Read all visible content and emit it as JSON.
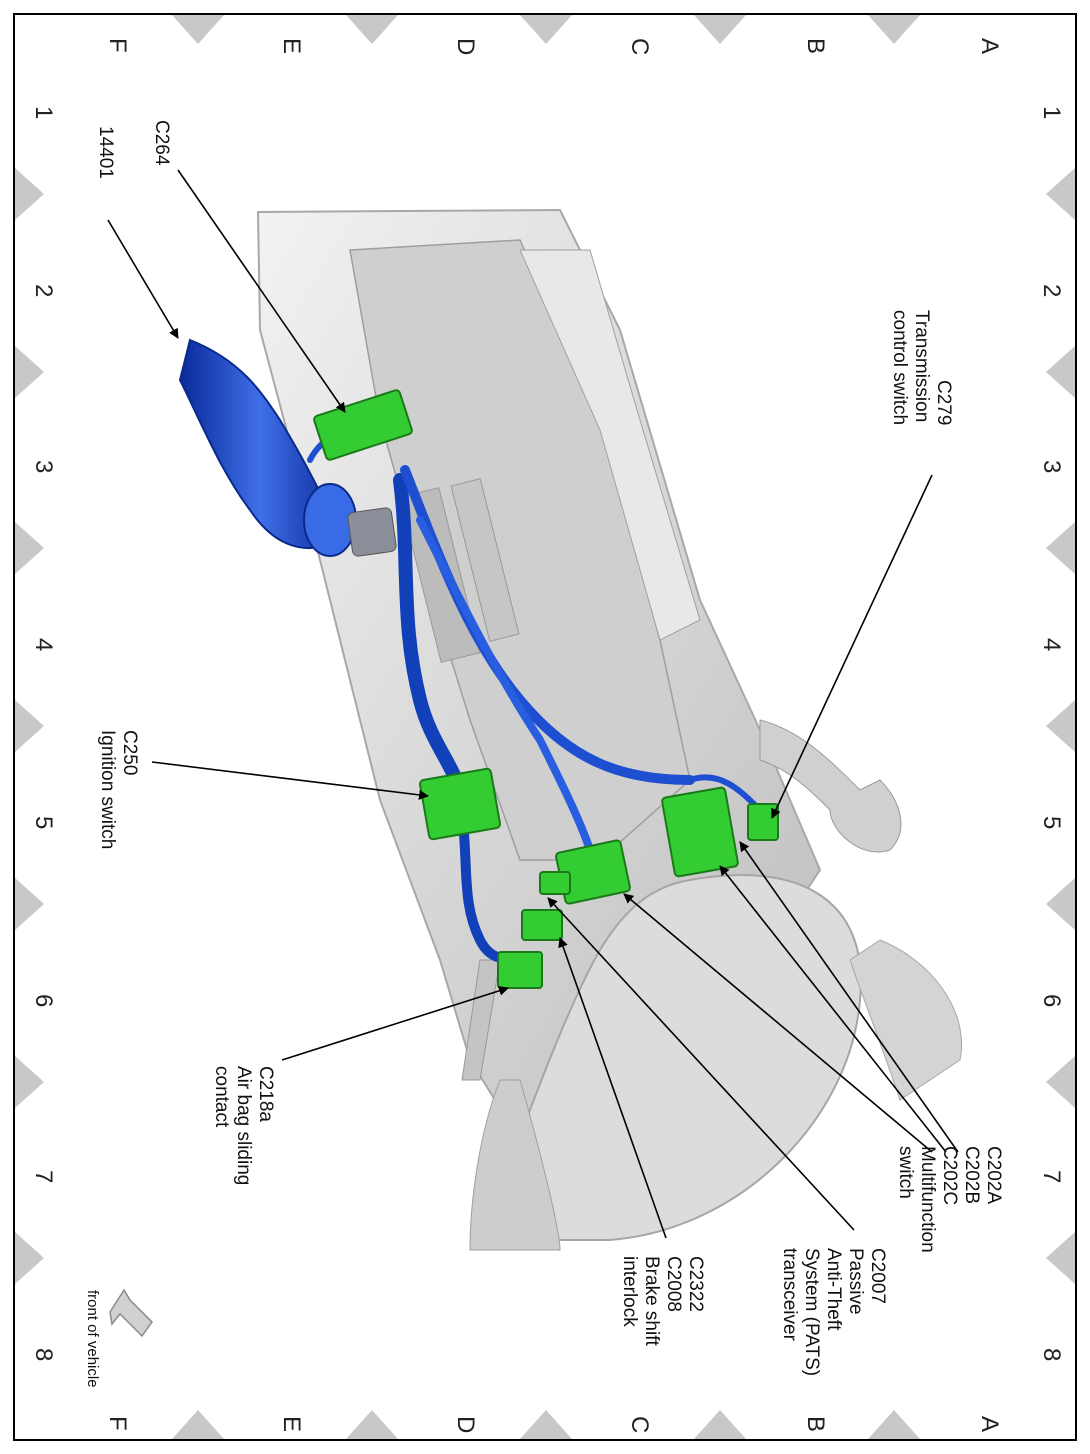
{
  "grid": {
    "letters": [
      "A",
      "B",
      "C",
      "D",
      "E",
      "F"
    ],
    "numbers": [
      "1",
      "2",
      "3",
      "4",
      "5",
      "6",
      "7",
      "8"
    ]
  },
  "callouts": {
    "c279": [
      "C279",
      "Transmission",
      "control switch"
    ],
    "c264": [
      "C264"
    ],
    "n14401": [
      "14401"
    ],
    "c250": [
      "C250",
      "Ignition switch"
    ],
    "c218a": [
      "C218a",
      "Air bag sliding",
      "contact"
    ],
    "c202": [
      "C202A",
      "C202B",
      "C202C",
      "Multifunction",
      "switch"
    ],
    "c2007": [
      "C2007",
      "Passive",
      "Anti-Theft",
      "System (PATS)",
      "transceiver"
    ],
    "c2322": [
      "C2322",
      "C2008",
      "Brake shift",
      "interlock"
    ]
  },
  "orientation": {
    "label": "front of vehicle",
    "icon": "arrow-icon"
  },
  "colors": {
    "harness": "#1240b8",
    "connector": "#33cc33",
    "housing": "#d8d8d8"
  }
}
